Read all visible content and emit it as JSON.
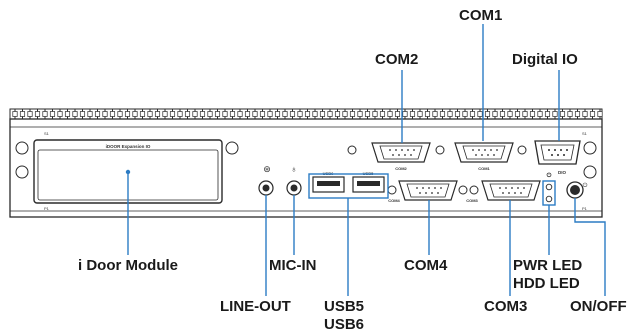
{
  "labels": {
    "com1": "COM1",
    "com2": "COM2",
    "digital_io": "Digital IO",
    "i_door_module": "i Door Module",
    "mic_in": "MIC-IN",
    "com4": "COM4",
    "pwr_led": "PWR LED",
    "hdd_led": "HDD LED",
    "line_out": "LINE-OUT",
    "usb5": "USB5",
    "usb6": "USB6",
    "com3": "COM3",
    "on_off": "ON/OFF"
  },
  "panel_print": {
    "idoor_expansion": "iDOOR Expansion IO",
    "com2": "COM2",
    "com1": "COM1",
    "com4": "COM4",
    "com3": "COM3",
    "usb6": "USB6",
    "usb5": "USB5",
    "dio": "DIO"
  },
  "colors": {
    "accent": "#2c7cc4",
    "outline": "#2a2a2a",
    "text": "#1a1a1a"
  }
}
